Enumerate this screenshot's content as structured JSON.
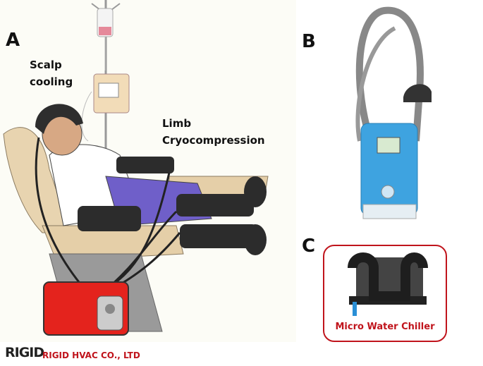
{
  "panels": {
    "a": {
      "letter": "A",
      "caption_scalp_1": "Scalp",
      "caption_scalp_2": "cooling",
      "caption_limb_1": "Limb",
      "caption_limb_2": "Cryocompression"
    },
    "b": {
      "letter": "B"
    },
    "c": {
      "letter": "C",
      "caption": "Micro Water Chiller"
    }
  },
  "logo": {
    "mark": "RIGID",
    "company": "RIGID HVAC CO., LTD"
  },
  "colors": {
    "accent_red": "#c0141c",
    "device_blue": "#3ea3e0"
  }
}
